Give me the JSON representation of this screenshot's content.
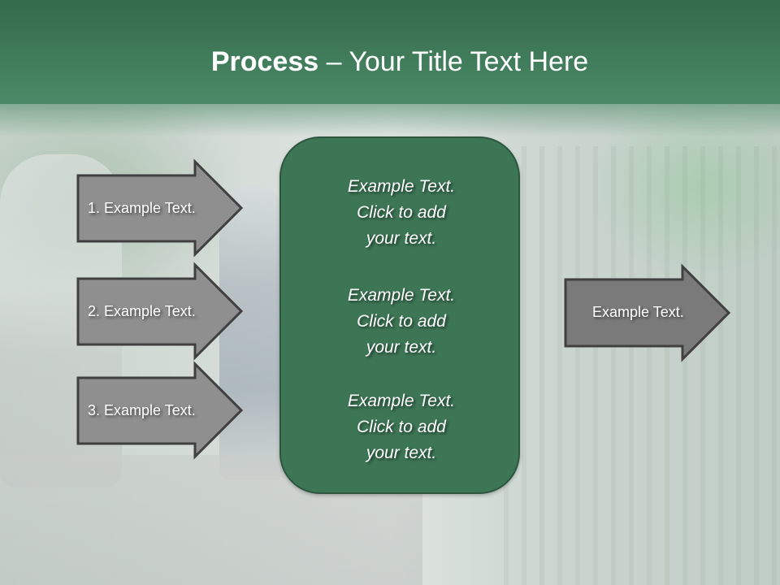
{
  "slide": {
    "title": {
      "bold_part": "Process",
      "rest": " – Your Title Text Here"
    },
    "steps": [
      {
        "label": "1. Example Text."
      },
      {
        "label": "2. Example Text."
      },
      {
        "label": "3. Example Text."
      }
    ],
    "center_box": {
      "blocks": [
        {
          "line1": "Example Text.",
          "line2": "Click  to add",
          "line3": "your text."
        },
        {
          "line1": "Example Text.",
          "line2": "Click  to add",
          "line3": "your text."
        },
        {
          "line1": "Example Text.",
          "line2": "Click  to add",
          "line3": "your text."
        }
      ]
    },
    "result_arrow": {
      "label": "Example Text."
    },
    "colors": {
      "title_band_top": "#356a4d",
      "title_band_bottom": "#4b8a68",
      "center_box_fill": "#3d7655",
      "center_box_border": "#2c563d",
      "left_arrow_fill": "#8f8f8f",
      "right_arrow_fill": "#7a7a7a",
      "arrow_border": "#404040",
      "text": "#ffffff"
    }
  }
}
